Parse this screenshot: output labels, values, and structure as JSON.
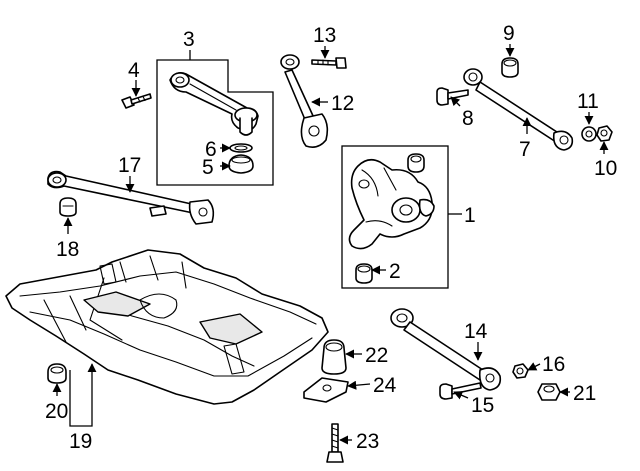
{
  "diagram": {
    "colors": {
      "line": "#000000",
      "background": "#ffffff",
      "fill": "#ffffff"
    },
    "callouts": {
      "c1": "1",
      "c2": "2",
      "c3": "3",
      "c4": "4",
      "c5": "5",
      "c6": "6",
      "c7": "7",
      "c8": "8",
      "c9": "9",
      "c10": "10",
      "c11": "11",
      "c12": "12",
      "c13": "13",
      "c14": "14",
      "c15": "15",
      "c16": "16",
      "c17": "17",
      "c18": "18",
      "c19": "19",
      "c20": "20",
      "c21": "21",
      "c22": "22",
      "c23": "23",
      "c24": "24"
    },
    "parts": [
      "knuckle",
      "bushing",
      "upper-control-arm",
      "bolt",
      "ball-joint-boot",
      "ball-joint-ring",
      "trailing-arm",
      "bolt",
      "nut",
      "nut",
      "washer",
      "lateral-link",
      "bolt",
      "lower-control-arm",
      "bolt",
      "nut",
      "stabilizer-link",
      "bolt",
      "subframe",
      "bushing",
      "nut",
      "bushing",
      "bolt",
      "bracket"
    ]
  }
}
